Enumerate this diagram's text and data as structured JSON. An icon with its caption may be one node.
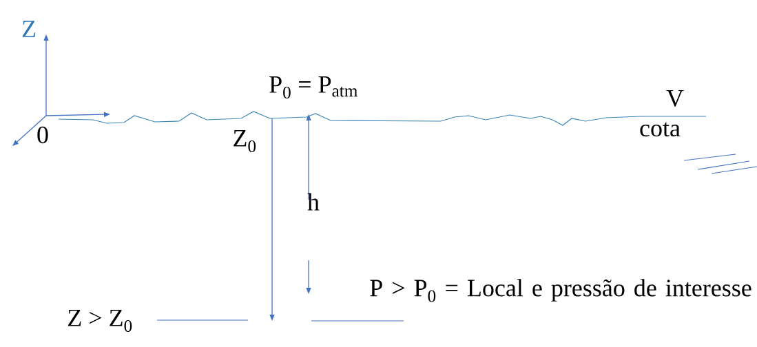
{
  "diagram": {
    "labels": [
      "Z",
      "P$_{0}$ = P$_{atm}$",
      "V",
      "0",
      "Z$_{0}$",
      "cota",
      "h",
      "Z > Z$_{0}$",
      "P > P$_{0}$ = Local e pressão de interesse"
    ]
  }
}
